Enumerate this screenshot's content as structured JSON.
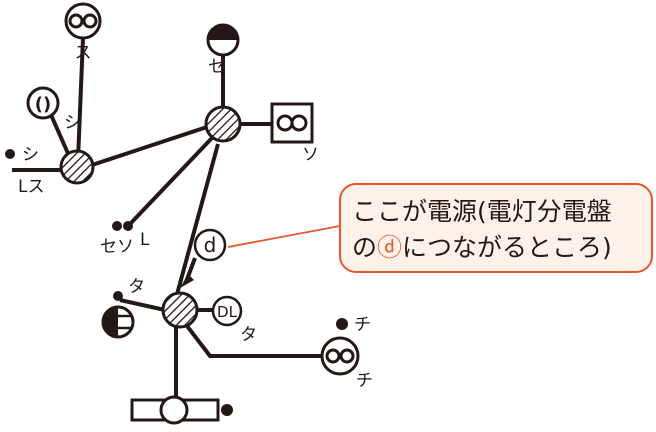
{
  "symbols": {
    "top_left_lamp_label": "ス",
    "switch_left_label": "シ",
    "switch_far_left_label": "シ",
    "switch_far_left_label2": "Lス",
    "ceiling_top_label": "セ",
    "box_lamp_label": "ソ",
    "switch_mid_label": "セソ",
    "switch_mid_sup": "L",
    "switch_lower_label": "タ",
    "dl_text": "DL",
    "dl_label": "タ",
    "right_lamp_switch_label": "チ",
    "right_lamp_label": "チ",
    "panel_mark": "d"
  },
  "callout": {
    "line1": "ここが電源(電灯分電盤",
    "line2_prefix": "の",
    "line2_mark": "ⓓ",
    "line2_suffix": "につながるところ)"
  },
  "colors": {
    "ink": "#231815",
    "callout_border": "#e8562a",
    "callout_fill": "#fdf2ea"
  }
}
